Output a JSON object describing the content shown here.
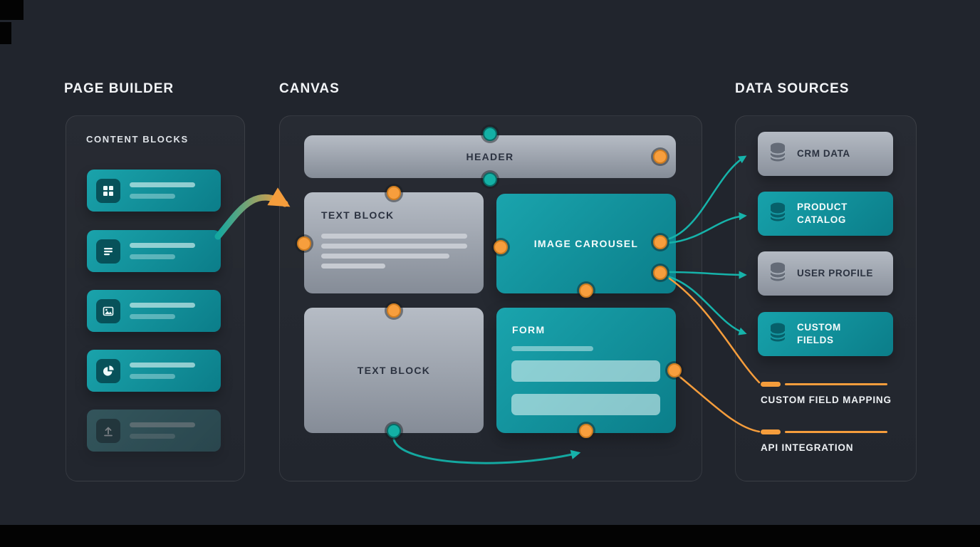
{
  "colors": {
    "teal": "#14a4ad",
    "orange": "#f59d3c",
    "gray_block": "#a7aeb8",
    "background": "#21252d"
  },
  "page_builder": {
    "title": "PAGE BUILDER",
    "panel_label": "CONTENT BLOCKS",
    "blocks": [
      {
        "icon": "grid-icon"
      },
      {
        "icon": "text-lines-icon"
      },
      {
        "icon": "image-icon"
      },
      {
        "icon": "pie-chart-icon"
      },
      {
        "icon": "upload-icon"
      }
    ]
  },
  "canvas": {
    "title": "CANVAS",
    "header_label": "HEADER",
    "text_block_top_label": "TEXT BLOCK",
    "image_carousel_label": "IMAGE CAROUSEL",
    "text_block_bottom_label": "TEXT BLOCK",
    "form_label": "FORM"
  },
  "data_sources": {
    "title": "DATA SOURCES",
    "items": [
      {
        "label": "CRM DATA",
        "variant": "gray",
        "icon": "database-icon"
      },
      {
        "label": "PRODUCT CATALOG",
        "variant": "teal",
        "icon": "database-icon"
      },
      {
        "label": "USER PROFILE",
        "variant": "gray",
        "icon": "database-icon"
      },
      {
        "label": "CUSTOM FIELDS",
        "variant": "teal",
        "icon": "database-icon"
      }
    ],
    "legend": [
      {
        "label": "CUSTOM FIELD MAPPING"
      },
      {
        "label": "API INTEGRATION"
      }
    ]
  }
}
